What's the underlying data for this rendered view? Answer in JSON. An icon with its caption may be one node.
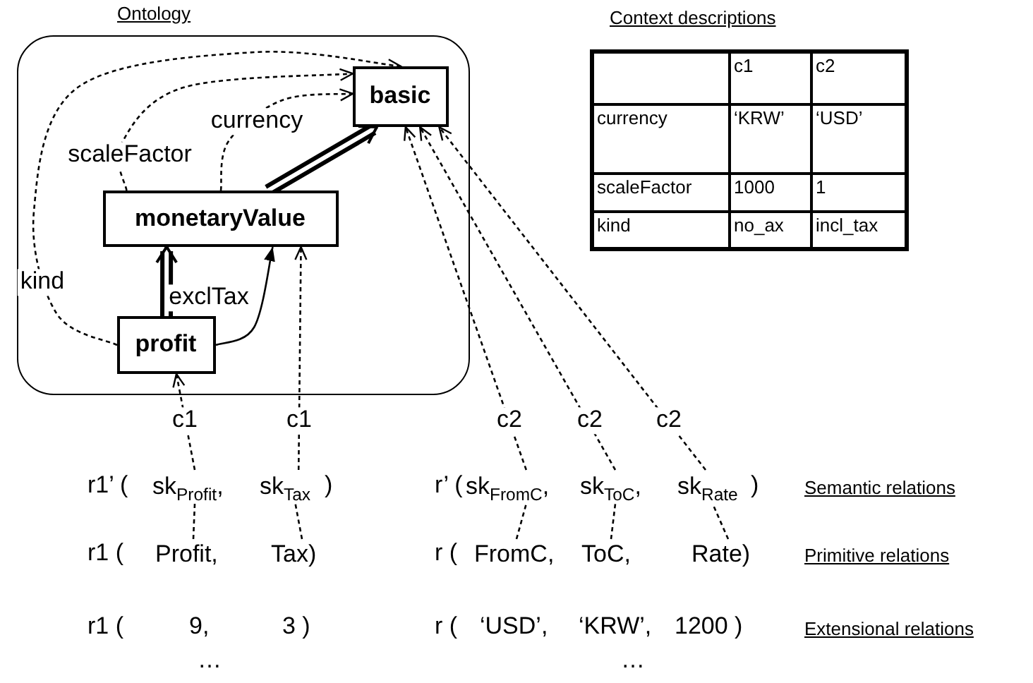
{
  "diagram": {
    "nodes": [
      {
        "text": [
          "Ontology"
        ]
      },
      {
        "text": [
          "basic"
        ],
        "in": 0
      },
      {
        "text": [
          "monetaryValue"
        ],
        "in": 0
      },
      {
        "text": [
          "profit"
        ],
        "in": 0
      },
      {
        "text": [
          "sk$_{Profit}$,"
        ]
      },
      {
        "text": [
          "sk$_{Tax}$"
        ]
      },
      {
        "text": [
          "sk$_{FromC}$,"
        ]
      },
      {
        "text": [
          "sk$_{ToC}$,"
        ]
      },
      {
        "text": [
          "sk$_{Rate}$"
        ]
      },
      {
        "text": [
          "Profit,"
        ]
      },
      {
        "text": [
          "Tax)"
        ]
      },
      {
        "text": [
          "FromC,"
        ]
      },
      {
        "text": [
          "ToC,"
        ]
      },
      {
        "text": [
          "Rate)"
        ]
      }
    ],
    "edges": [
      {
        "from": 3,
        "to": 1,
        "arrow": "to",
        "label": "kind",
        "style": "dashed"
      },
      {
        "from": 2,
        "to": 1,
        "arrow": "to",
        "label": "scaleFactor",
        "style": "dashed"
      },
      {
        "from": 2,
        "to": 1,
        "arrow": "to",
        "label": "currency",
        "style": "dashed"
      },
      {
        "from": 3,
        "to": 2,
        "arrow": "to",
        "style": "thick"
      },
      {
        "from": 3,
        "to": 2,
        "arrow": "to",
        "label": "exclTax"
      },
      {
        "from": 2,
        "to": 1,
        "arrow": "to",
        "style": "thick"
      },
      {
        "from": 4,
        "to": 3,
        "arrow": "to",
        "label": "c1",
        "style": "dashed"
      },
      {
        "from": 5,
        "to": 2,
        "arrow": "to",
        "label": "c1",
        "style": "dashed"
      },
      {
        "from": 6,
        "to": 1,
        "arrow": "to",
        "label": "c2",
        "style": "dashed"
      },
      {
        "from": 7,
        "to": 1,
        "arrow": "to",
        "label": "c2",
        "style": "dashed"
      },
      {
        "from": 8,
        "to": 1,
        "arrow": "to",
        "label": "c2",
        "style": "dashed"
      },
      {
        "from": 9,
        "to": 4,
        "arrow": "none",
        "style": "dashed"
      },
      {
        "from": 10,
        "to": 5,
        "arrow": "none",
        "style": "dashed"
      },
      {
        "from": 11,
        "to": 6,
        "arrow": "none",
        "style": "dashed"
      },
      {
        "from": 12,
        "to": 7,
        "arrow": "none",
        "style": "dashed"
      },
      {
        "from": 13,
        "to": 8,
        "arrow": "none",
        "style": "dashed"
      }
    ],
    "labels": [
      "Context descriptions",
      "c1",
      "c2",
      "currency",
      "‘KRW’",
      "‘USD’",
      "scaleFactor",
      "1000",
      "1",
      "kind",
      "no_ax",
      "incl_tax",
      "r1’ (",
      ")",
      "r’ (",
      ")",
      "Semantic relations",
      "r1  (",
      "r  (",
      "Primitive relations",
      "r1  (",
      "9,",
      "3 )",
      "r  (",
      "‘USD’,",
      "‘KRW’,",
      "1200 )",
      "Extensional relations",
      "…",
      "…"
    ]
  }
}
